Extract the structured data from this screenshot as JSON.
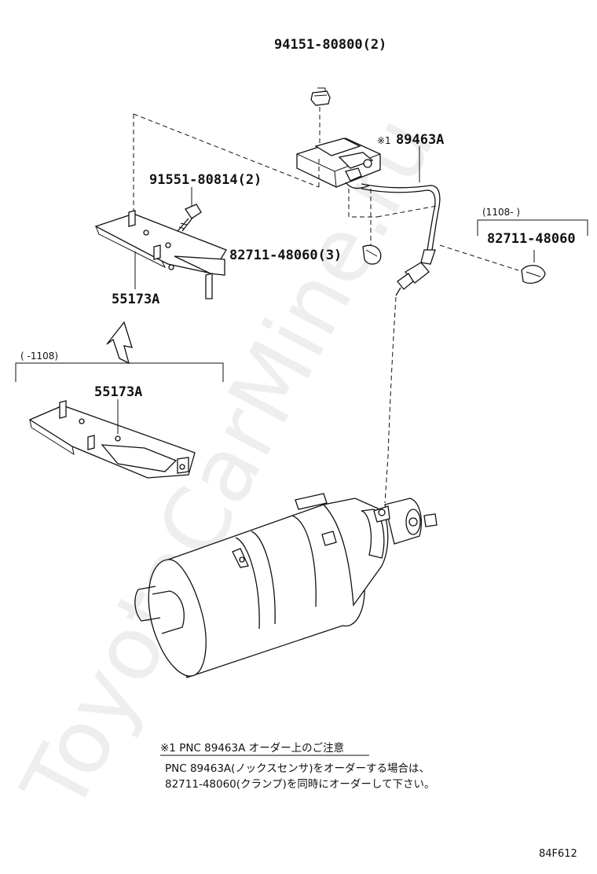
{
  "parts": {
    "nut": "94151-80800(2)",
    "sensor": "89463A",
    "sensor_mark": "※1",
    "bolt": "91551-80814(2)",
    "bracket_upper": "55173A",
    "bracket_lower": "55173A",
    "clamp_left": "82711-48060(3)",
    "clamp_right": "82711-48060"
  },
  "ranges": {
    "right_clamp": "(1108-      )",
    "lower_bracket": "(      -1108)"
  },
  "note": {
    "title": "※1  PNC 89463A オーダー上のご注意",
    "line1": "PNC 89463A(ノックスセンサ)をオーダーする場合は、",
    "line2": "82711-48060(クランプ)を同時にオーダーして下さい。"
  },
  "diagram_code": "84F612",
  "watermark": "ToyotaCarMine.ru"
}
